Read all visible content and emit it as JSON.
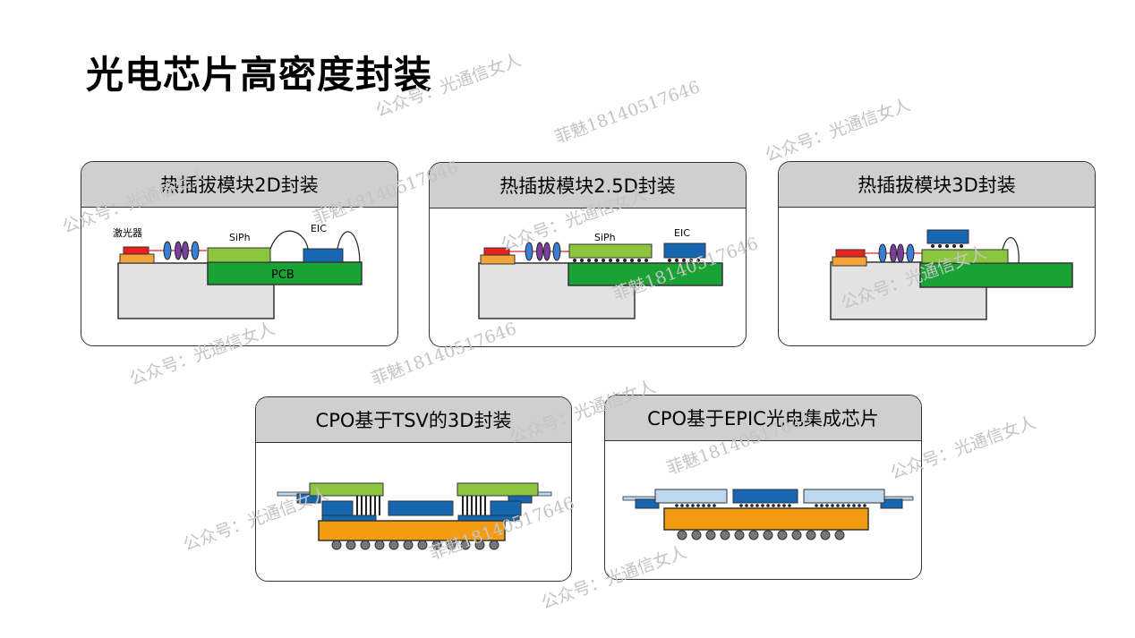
{
  "title": "光电芯片高密度封装",
  "panels": {
    "p2d": {
      "title": "热插拔模块2D封装",
      "laser_label": "激光器",
      "siph_label": "SiPh",
      "eic_label": "EIC",
      "pcb_label": "PCB"
    },
    "p25d": {
      "title": "热插拔模块2.5D封装",
      "siph_label": "SiPh",
      "eic_label": "EIC"
    },
    "p3d": {
      "title": "热插拔模块3D封装"
    },
    "ptsv": {
      "title": "CPO基于TSV的3D封装"
    },
    "pepic": {
      "title": "CPO基于EPIC光电集成芯片"
    }
  },
  "watermarks": {
    "account": "公众号：光通信女人",
    "contact": "菲魅18140517646"
  },
  "colors": {
    "header_bg": "#cfcfcf",
    "pcb_green": "#1aa335",
    "siph_green": "#8cc63e",
    "eic_blue": "#1766b2",
    "laser_red": "#e8231f",
    "laser_orange": "#f2a43a",
    "substrate_orange": "#f39c12",
    "chip_lightblue": "#bcd7ef",
    "housing_gray": "#e2e2e2",
    "beam_red": "#e8231f"
  }
}
